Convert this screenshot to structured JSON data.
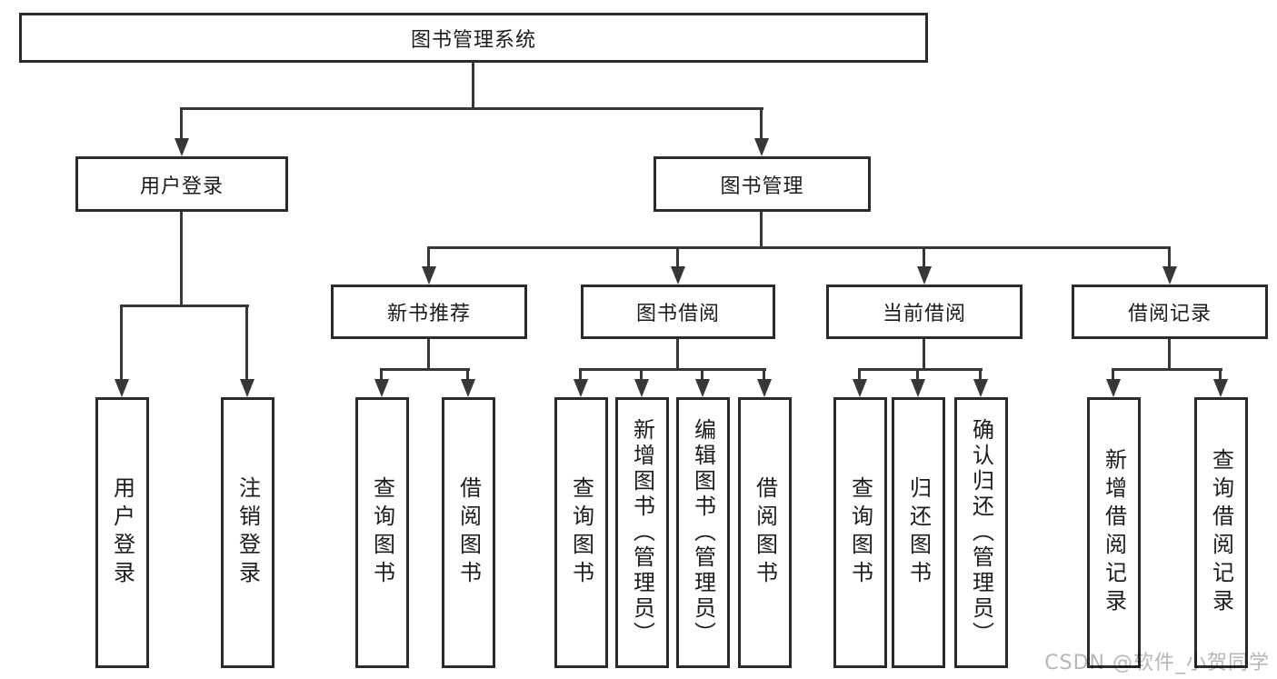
{
  "diagram": {
    "root": {
      "label": "图书管理系统"
    },
    "level2": [
      {
        "label": "用户登录"
      },
      {
        "label": "图书管理"
      }
    ],
    "level3": [
      {
        "label": "新书推荐"
      },
      {
        "label": "图书借阅"
      },
      {
        "label": "当前借阅"
      },
      {
        "label": "借阅记录"
      }
    ],
    "leaves_user_login": [
      {
        "label": "用户登录"
      },
      {
        "label": "注销登录"
      }
    ],
    "leaves_new_book": [
      {
        "label": "查询图书"
      },
      {
        "label": "借阅图书"
      }
    ],
    "leaves_book_borrow": [
      {
        "label": "查询图书"
      },
      {
        "label": "新增图书（管理员）"
      },
      {
        "label": "编辑图书（管理员）"
      },
      {
        "label": "借阅图书"
      }
    ],
    "leaves_current_borrow": [
      {
        "label": "查询图书"
      },
      {
        "label": "归还图书"
      },
      {
        "label": "确认归还（管理员）"
      }
    ],
    "leaves_borrow_record": [
      {
        "label": "新增借阅记录"
      },
      {
        "label": "查询借阅记录"
      }
    ]
  },
  "watermark": {
    "text": "CSDN @软件_小贺同学"
  },
  "colors": {
    "background": "#ffffff",
    "border": "#2b2b2b",
    "line": "#373737",
    "text": "#1c1c1c",
    "watermark": "#b2b2b2"
  }
}
